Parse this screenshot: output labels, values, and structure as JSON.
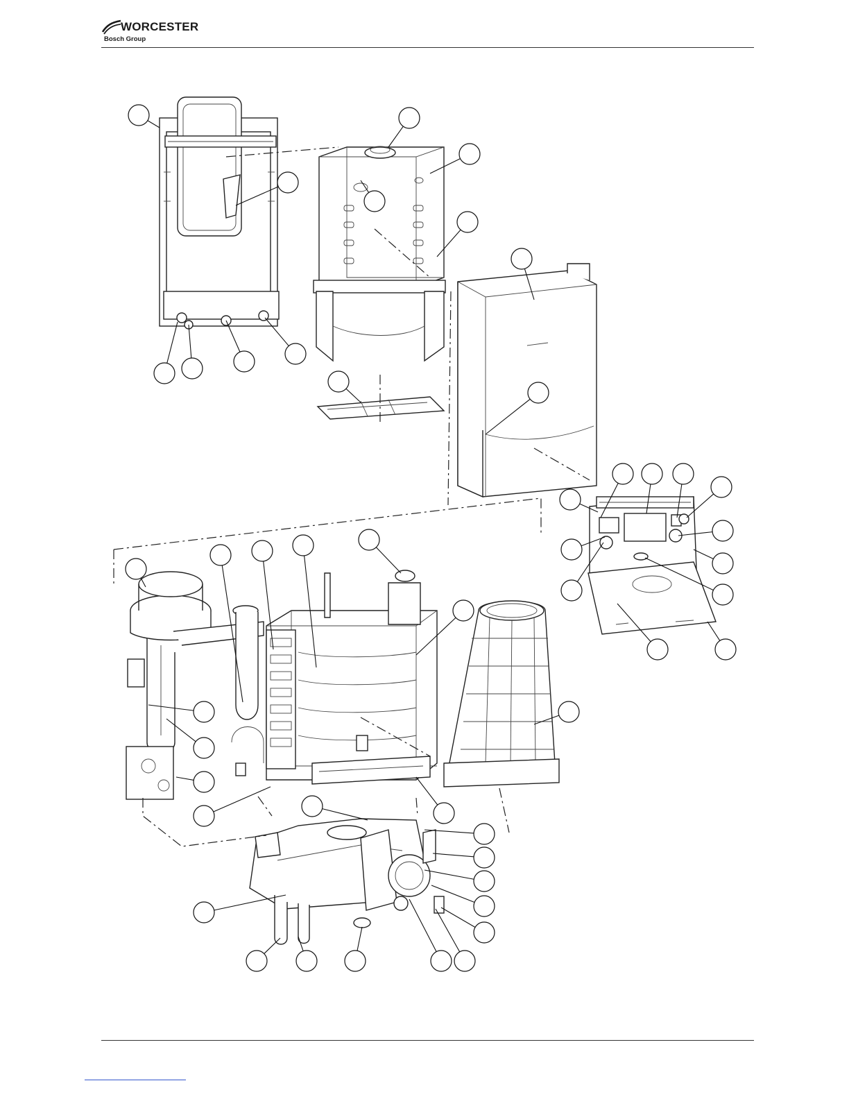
{
  "brand": {
    "name": "WORCESTER",
    "subtitle": "Bosch Group"
  },
  "colors": {
    "line": "#222222",
    "rule": "#333333",
    "link_underline": "#3355cc",
    "background": "#ffffff"
  },
  "diagram": {
    "type": "exploded-parts-view",
    "callouts": [
      {
        "id": "c1"
      },
      {
        "id": "c2"
      },
      {
        "id": "c3"
      },
      {
        "id": "c4"
      },
      {
        "id": "c5"
      },
      {
        "id": "c6"
      },
      {
        "id": "c7"
      },
      {
        "id": "c8"
      },
      {
        "id": "c9"
      },
      {
        "id": "c10"
      },
      {
        "id": "c11"
      },
      {
        "id": "c12"
      },
      {
        "id": "c13"
      },
      {
        "id": "c14"
      },
      {
        "id": "c15"
      },
      {
        "id": "c16"
      },
      {
        "id": "c17"
      },
      {
        "id": "c18"
      },
      {
        "id": "c19"
      },
      {
        "id": "c20"
      },
      {
        "id": "c21"
      },
      {
        "id": "c22"
      },
      {
        "id": "c23"
      },
      {
        "id": "c24"
      },
      {
        "id": "c25"
      },
      {
        "id": "c26"
      },
      {
        "id": "c27"
      },
      {
        "id": "c28"
      },
      {
        "id": "c29"
      },
      {
        "id": "c30"
      },
      {
        "id": "c31"
      },
      {
        "id": "c32"
      },
      {
        "id": "c33"
      },
      {
        "id": "c34"
      },
      {
        "id": "c35"
      },
      {
        "id": "c36"
      },
      {
        "id": "c37"
      },
      {
        "id": "c38"
      },
      {
        "id": "c39"
      },
      {
        "id": "c40"
      },
      {
        "id": "c41"
      },
      {
        "id": "c42"
      },
      {
        "id": "c43"
      },
      {
        "id": "c44"
      },
      {
        "id": "c45"
      },
      {
        "id": "c46"
      },
      {
        "id": "c47"
      },
      {
        "id": "c48"
      },
      {
        "id": "c49"
      },
      {
        "id": "c50"
      }
    ]
  }
}
